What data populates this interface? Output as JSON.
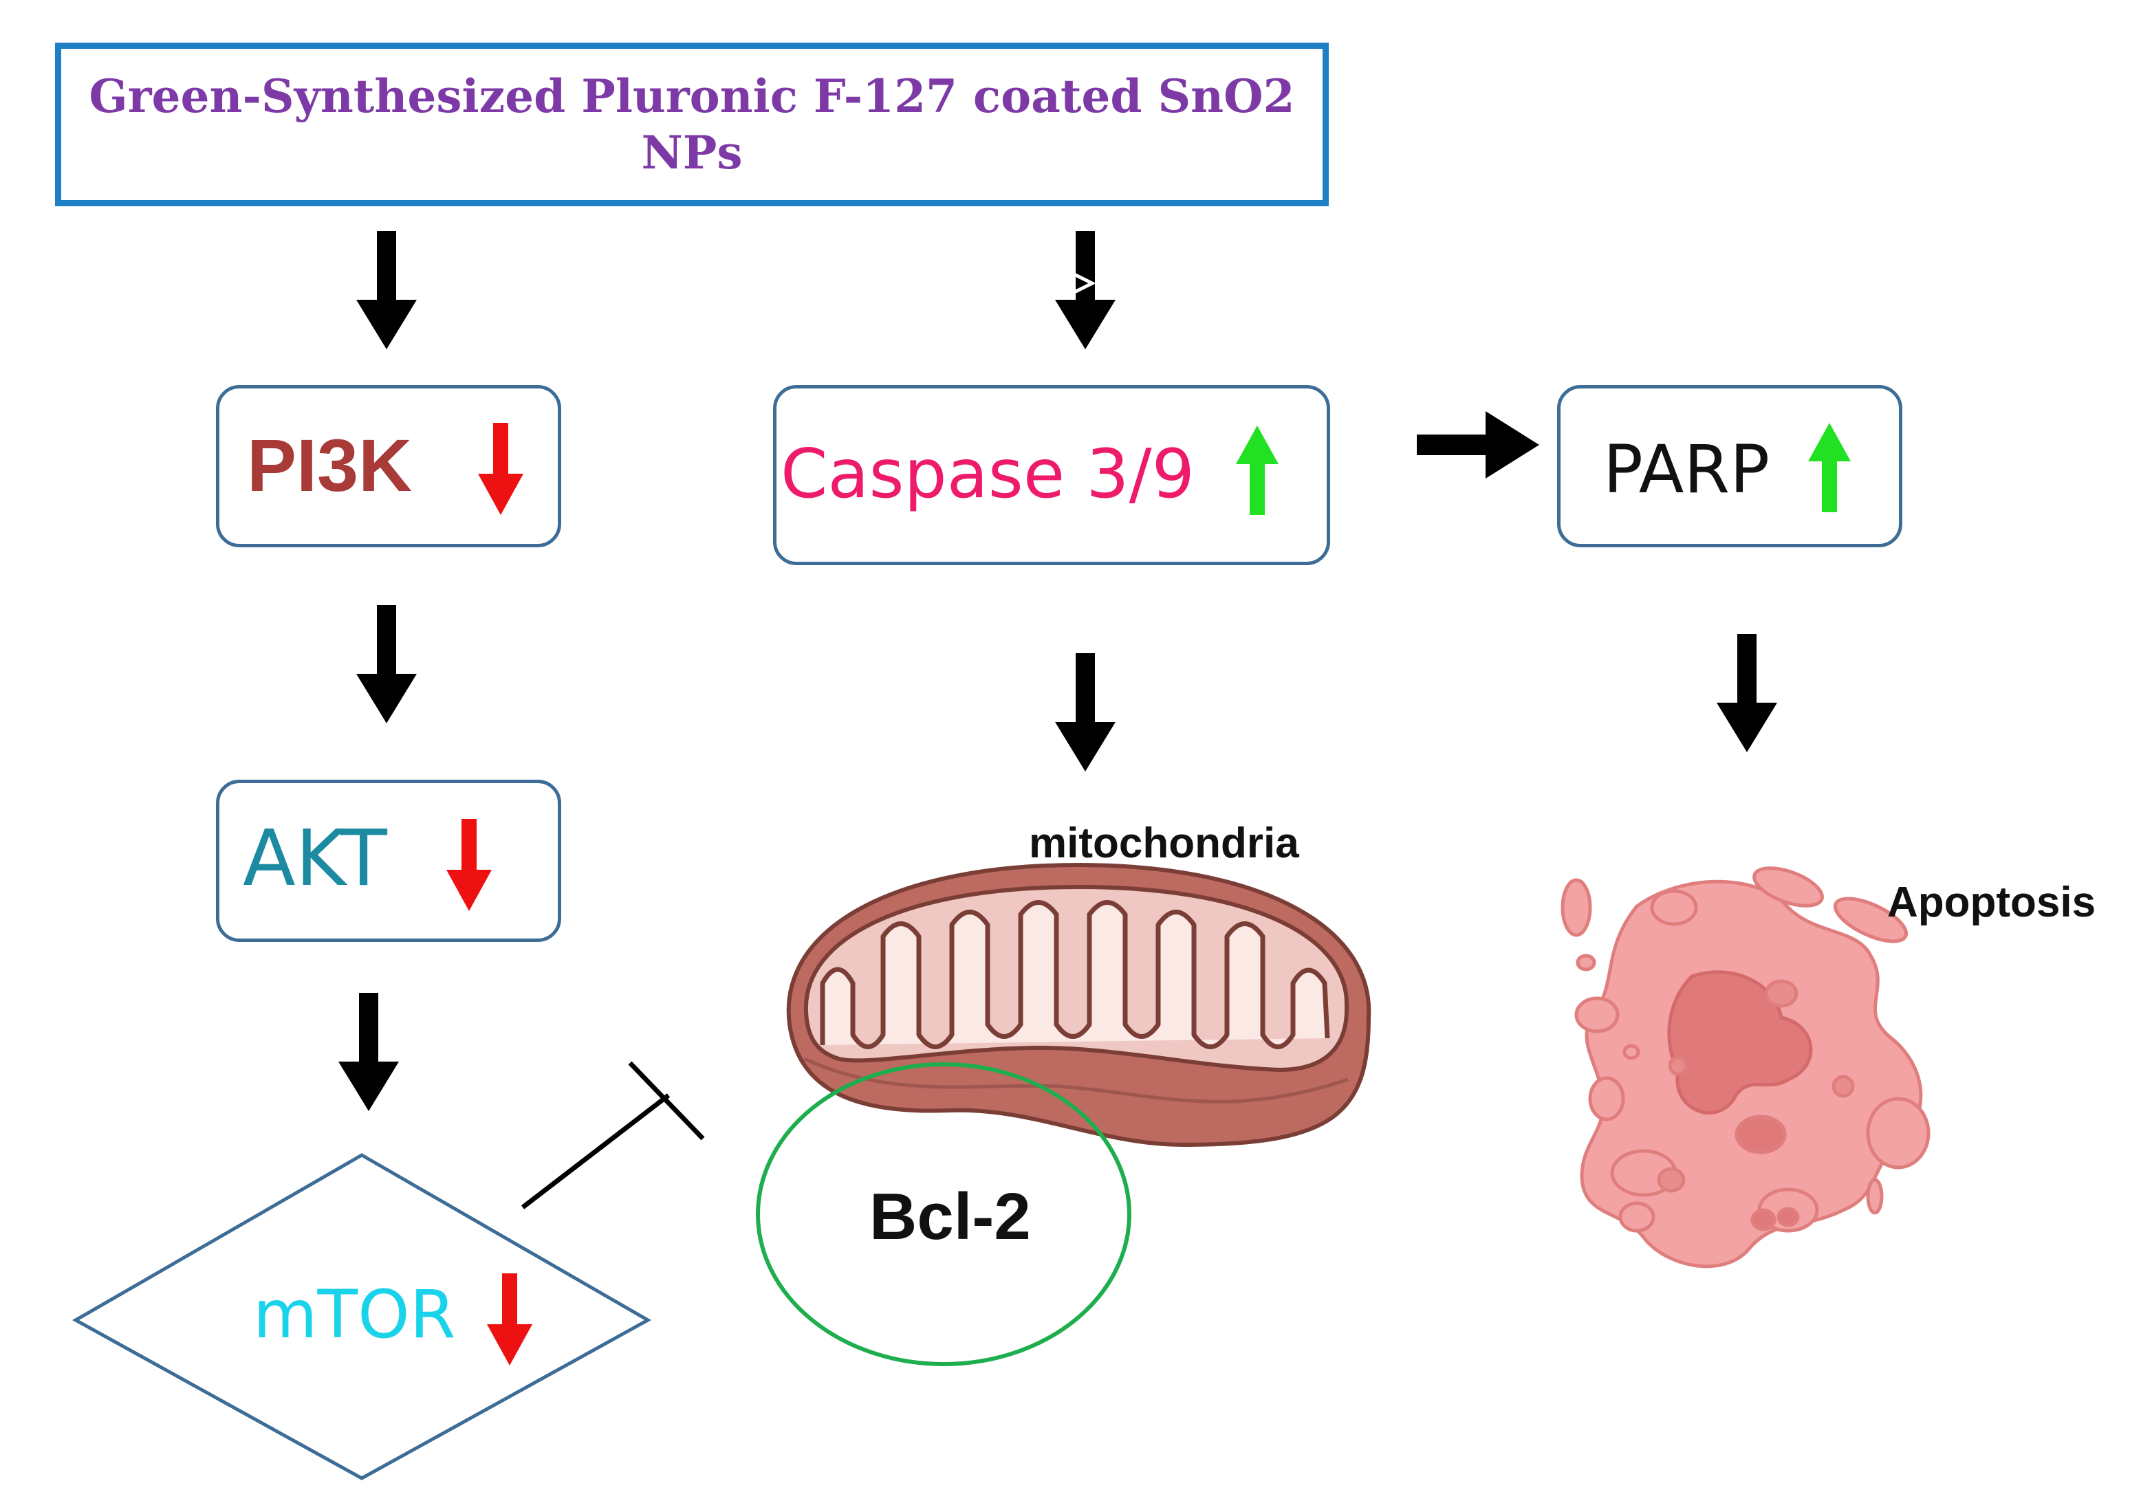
{
  "title": {
    "line1": "Green-Synthesized Pluronic F-127 coated SnO2",
    "line2": "NPs"
  },
  "nodes": {
    "pi3k": {
      "label": "PI3K",
      "trend": "down",
      "color": "#a83a38"
    },
    "akt": {
      "label": "AKT",
      "trend": "down",
      "color": "#1c8aa0"
    },
    "mtor": {
      "label": "mTOR",
      "trend": "down",
      "color": "#19d3ea"
    },
    "caspase": {
      "label": "Caspase 3/9",
      "trend": "up",
      "color": "#ee1a6a"
    },
    "parp": {
      "label": "PARP",
      "trend": "up",
      "color": "#111111"
    },
    "bcl2": {
      "label": "Bcl-2",
      "color": "#111111"
    },
    "mitochondria": {
      "label": "mitochondria"
    },
    "apoptosis": {
      "label": "Apoptosis"
    }
  },
  "colors": {
    "title_border": "#1f7fc4",
    "title_text": "#7d3aa6",
    "node_border": "#3d6d96",
    "down_arrow": "#ee1111",
    "up_arrow": "#22e022",
    "bcl2_ring": "#1eae4e",
    "flow_arrow": "#000000"
  },
  "icons": [
    "mitochondria-icon",
    "apoptotic-cell-icon",
    "down-arrow-icon",
    "up-arrow-icon",
    "inhibition-icon"
  ]
}
